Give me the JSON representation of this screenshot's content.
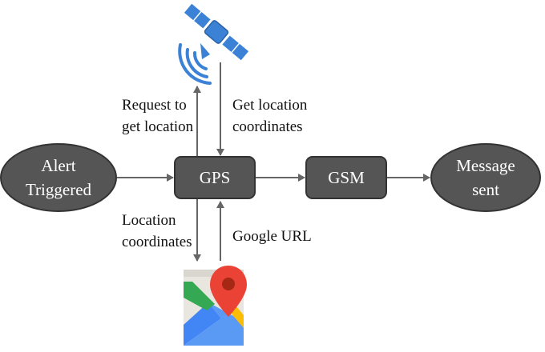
{
  "nodes": {
    "alert": {
      "line1": "Alert",
      "line2": "Triggered"
    },
    "gps": {
      "label": "GPS"
    },
    "gsm": {
      "label": "GSM"
    },
    "message": {
      "line1": "Message",
      "line2": "sent"
    }
  },
  "edges": {
    "request": {
      "line1": "Request to",
      "line2": "get location"
    },
    "get_coords": {
      "line1": "Get location",
      "line2": "coordinates"
    },
    "location": {
      "line1": "Location",
      "line2": "coordinates"
    },
    "google_url": {
      "line1": "Google URL"
    }
  },
  "icons": {
    "satellite": "satellite-icon",
    "maps": "google-maps-icon"
  },
  "colors": {
    "node_fill": "#555555",
    "node_stroke": "#333333",
    "arrow": "#666666",
    "text_light": "#ffffff",
    "satellite_blue": "#3b82d6",
    "maps_red": "#ea4335",
    "maps_yellow": "#fbbc04",
    "maps_blue": "#4285f4",
    "maps_green": "#34a853"
  }
}
